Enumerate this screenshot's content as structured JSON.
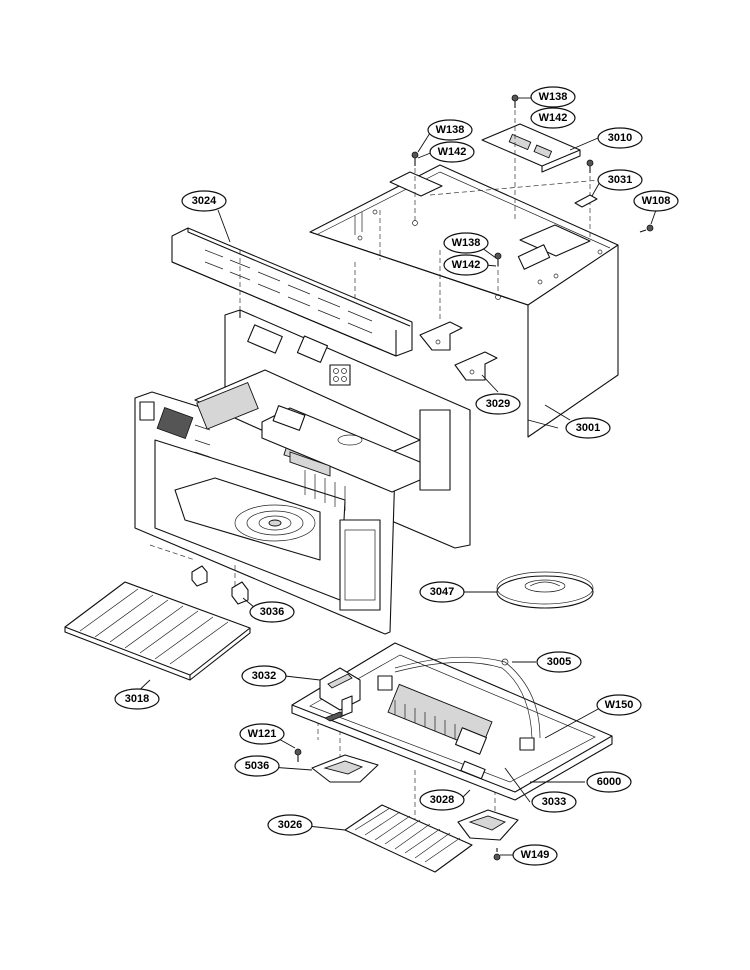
{
  "callouts": {
    "c3001": "3001",
    "c3005": "3005",
    "c3010": "3010",
    "c3018": "3018",
    "c3024": "3024",
    "c3026": "3026",
    "c3028": "3028",
    "c3029": "3029",
    "c3031": "3031",
    "c3032": "3032",
    "c3033": "3033",
    "c3036": "3036",
    "c3047": "3047",
    "c5036": "5036",
    "c6000": "6000",
    "w108": "W108",
    "w121": "W121",
    "w138a": "W138",
    "w142a": "W142",
    "w138b": "W138",
    "w142b": "W142",
    "w138c": "W138",
    "w142c": "W142",
    "w149": "W149",
    "w150": "W150"
  }
}
